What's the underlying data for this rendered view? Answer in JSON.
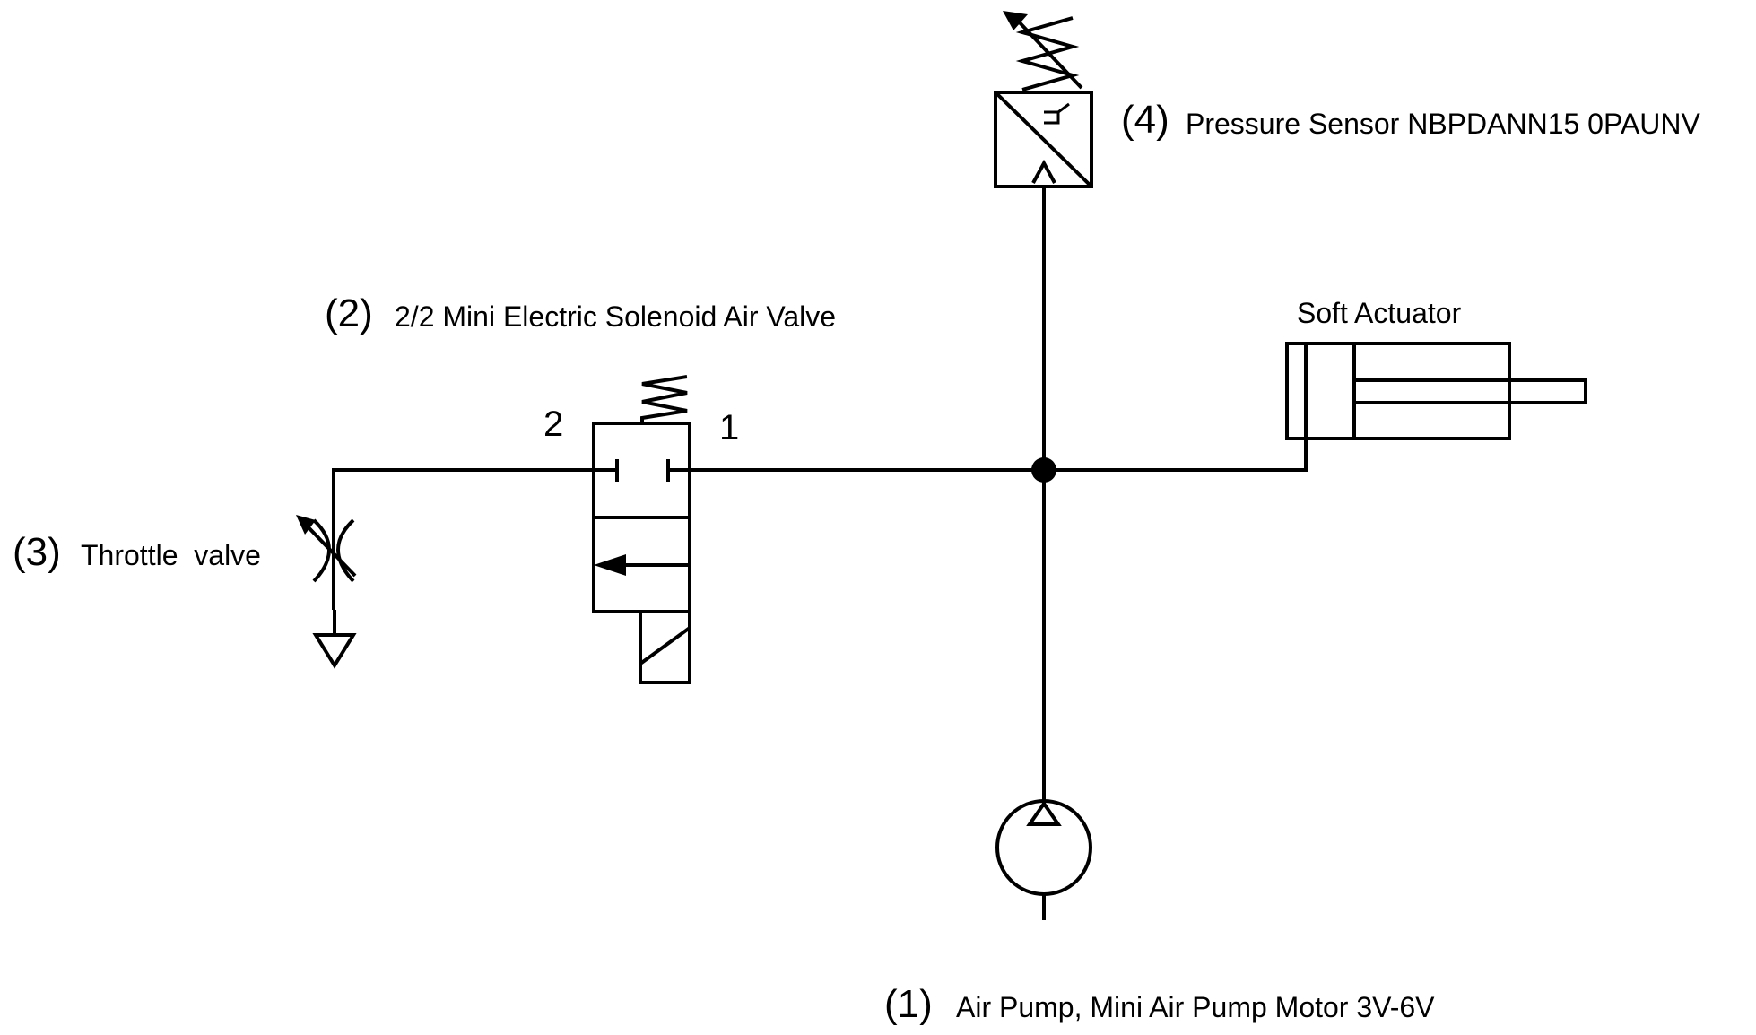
{
  "components": {
    "pump": {
      "number": "(1)",
      "label": "Air Pump, Mini Air Pump Motor 3V-6V"
    },
    "solenoid_valve": {
      "number": "(2)",
      "label": "2/2 Mini Electric Solenoid Air Valve",
      "port_left": "2",
      "port_right": "1"
    },
    "throttle_valve": {
      "number": "(3)",
      "label": "Throttle  valve"
    },
    "pressure_sensor": {
      "number": "(4)",
      "label": "Pressure Sensor NBPDANN15 0PAUNV"
    },
    "actuator": {
      "label": "Soft Actuator"
    }
  },
  "colors": {
    "line": "#000000",
    "background": "#ffffff"
  }
}
